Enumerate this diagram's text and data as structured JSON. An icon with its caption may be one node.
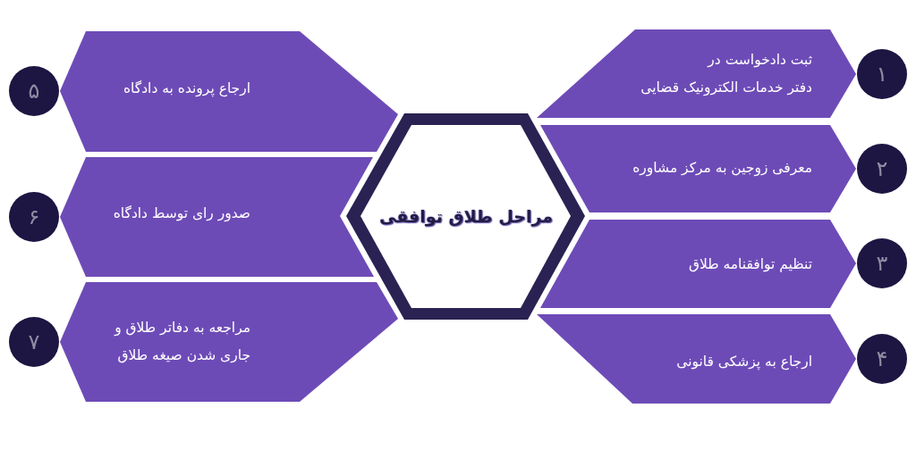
{
  "diagram": {
    "nodes": [
      {
        "text": [
          "مراحل طلاق توافقی"
        ]
      },
      {
        "text": [
          "۱"
        ]
      },
      {
        "text": [
          "ثبت دادخواست در دفتر خدمات الکترونیک قضایی"
        ]
      },
      {
        "text": [
          "۲"
        ]
      },
      {
        "text": [
          "معرفی زوجین به مرکز مشاوره"
        ]
      },
      {
        "text": [
          "۳"
        ]
      },
      {
        "text": [
          "تنظیم توافقنامه طلاق"
        ]
      },
      {
        "text": [
          "۴"
        ]
      },
      {
        "text": [
          "ارجاع به پزشکی قانونی"
        ]
      },
      {
        "text": [
          "۵"
        ]
      },
      {
        "text": [
          "ارجاع پرونده به دادگاه"
        ]
      },
      {
        "text": [
          "۶"
        ]
      },
      {
        "text": [
          "صدور رای توسط دادگاه"
        ]
      },
      {
        "text": [
          "۷"
        ]
      },
      {
        "text": [
          "مراجعه به دفاتر طلاق و جاری شدن صیغه طلاق"
        ]
      }
    ]
  }
}
